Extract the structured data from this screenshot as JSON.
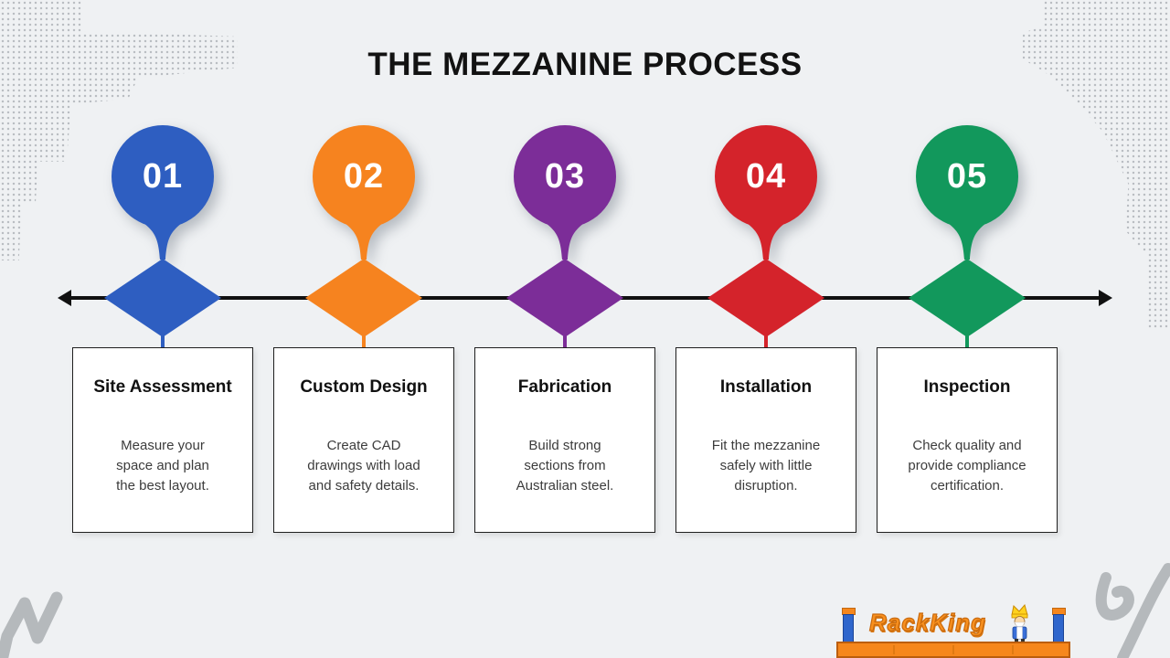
{
  "title": "THE MEZZANINE PROCESS",
  "steps": [
    {
      "number": "01",
      "color": "#2e5ec1",
      "title": "Site Assessment",
      "lines": [
        "Measure your",
        "space and plan",
        "the best layout."
      ]
    },
    {
      "number": "02",
      "color": "#f6831f",
      "title": "Custom Design",
      "lines": [
        "Create CAD",
        "drawings with load",
        "and safety details."
      ]
    },
    {
      "number": "03",
      "color": "#7c2d98",
      "title": "Fabrication",
      "lines": [
        "Build strong",
        "sections from",
        "Australian steel."
      ]
    },
    {
      "number": "04",
      "color": "#d4232b",
      "title": "Installation",
      "lines": [
        "Fit the mezzanine",
        "safely with little",
        "disruption."
      ]
    },
    {
      "number": "05",
      "color": "#12985c",
      "title": "Inspection",
      "lines": [
        "Check quality and",
        "provide compliance",
        "certification."
      ]
    }
  ],
  "timeline": {
    "color": "#111111"
  },
  "logo": {
    "brand": "RackKing"
  },
  "background": "#eff1f3"
}
